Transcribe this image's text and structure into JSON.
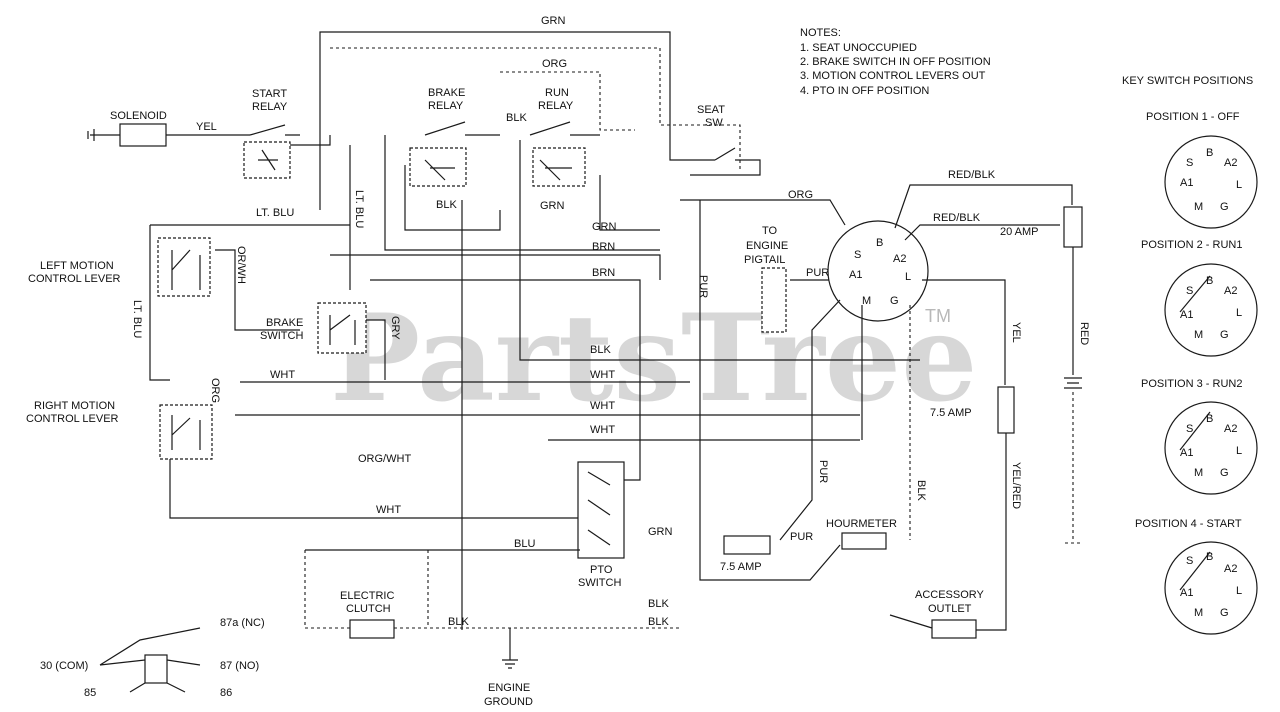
{
  "watermark": {
    "text": "PartsTree",
    "tm": "TM"
  },
  "notes": {
    "heading": "NOTES:",
    "items": [
      "1.  SEAT UNOCCUPIED",
      "2.  BRAKE SWITCH IN OFF POSITION",
      "3.  MOTION CONTROL LEVERS OUT",
      "4.  PTO IN OFF POSITION"
    ]
  },
  "key_switch": {
    "heading": "KEY SWITCH POSITIONS",
    "positions": [
      "POSITION 1 - OFF",
      "POSITION 2 - RUN1",
      "POSITION 3 - RUN2",
      "POSITION 4 - START"
    ],
    "terminals": {
      "s": "S",
      "b": "B",
      "a2": "A2",
      "a1": "A1",
      "l": "L",
      "m": "M",
      "g": "G"
    }
  },
  "components": {
    "solenoid": "SOLENOID",
    "start_relay_1": "START",
    "start_relay_2": "RELAY",
    "brake_relay_1": "BRAKE",
    "brake_relay_2": "RELAY",
    "run_relay_1": "RUN",
    "run_relay_2": "RELAY",
    "seat_sw_1": "SEAT",
    "seat_sw_2": "SW",
    "left_lever_1": "LEFT MOTION",
    "left_lever_2": "CONTROL LEVER",
    "right_lever_1": "RIGHT MOTION",
    "right_lever_2": "CONTROL LEVER",
    "brake_switch_1": "BRAKE",
    "brake_switch_2": "SWITCH",
    "engine_pigtail_1": "TO",
    "engine_pigtail_2": "ENGINE",
    "engine_pigtail_3": "PIGTAIL",
    "fuse_20": "20 AMP",
    "fuse_75_a": "7.5 AMP",
    "fuse_75_b": "7.5 AMP",
    "hourmeter": "HOURMETER",
    "pto_1": "PTO",
    "pto_2": "SWITCH",
    "clutch_1": "ELECTRIC",
    "clutch_2": "CLUTCH",
    "outlet_1": "ACCESSORY",
    "outlet_2": "OUTLET",
    "ground_1": "ENGINE",
    "ground_2": "GROUND"
  },
  "relay_legend": {
    "t87a": "87a (NC)",
    "t87": "87 (NO)",
    "t30": "30 (COM)",
    "t85": "85",
    "t86": "86"
  },
  "wires": {
    "grn": "GRN",
    "org": "ORG",
    "yel": "YEL",
    "blk": "BLK",
    "lt_blu": "LT. BLU",
    "lt_blu_v": "LT. BLU",
    "lt_blu_v2": "LT. BLU",
    "org_wh": "OR/WH",
    "org_wht": "ORG/WHT",
    "gry": "GRY",
    "brn": "BRN",
    "wht": "WHT",
    "pur": "PUR",
    "red_blk": "RED/BLK",
    "red": "RED",
    "yel_red": "YEL/RED",
    "blu": "BLU"
  }
}
